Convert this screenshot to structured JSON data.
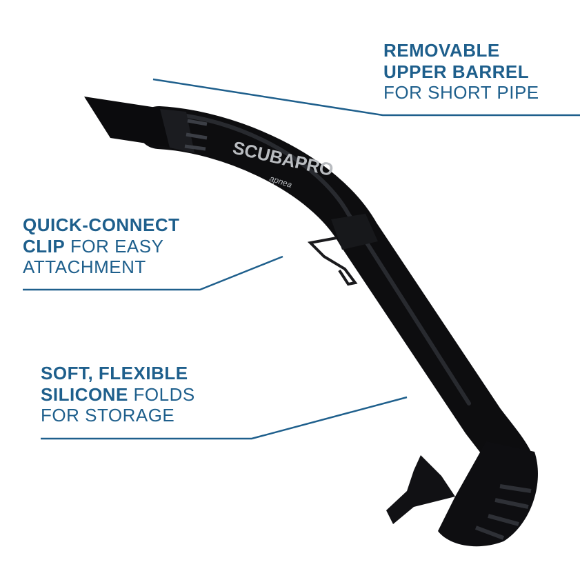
{
  "brand": {
    "logo_text": "SCUBAPRO",
    "logo_subtext": "apnea"
  },
  "colors": {
    "accent": "#1e5f8c",
    "snorkel": "#0d0d0f",
    "logo": "#b9bcc0",
    "background": "#ffffff"
  },
  "callouts": [
    {
      "lines": [
        {
          "bold": "REMOVABLE",
          "light": ""
        },
        {
          "bold": "UPPER BARREL",
          "light": ""
        },
        {
          "bold": "",
          "light": "FOR SHORT PIPE"
        }
      ]
    },
    {
      "lines": [
        {
          "bold": "QUICK-CONNECT",
          "light": ""
        },
        {
          "bold": "CLIP",
          "light": " FOR EASY"
        },
        {
          "bold": "",
          "light": "ATTACHMENT"
        }
      ]
    },
    {
      "lines": [
        {
          "bold": "SOFT, FLEXIBLE",
          "light": ""
        },
        {
          "bold": "SILICONE",
          "light": " FOLDS"
        },
        {
          "bold": "",
          "light": "FOR STORAGE"
        }
      ]
    }
  ]
}
